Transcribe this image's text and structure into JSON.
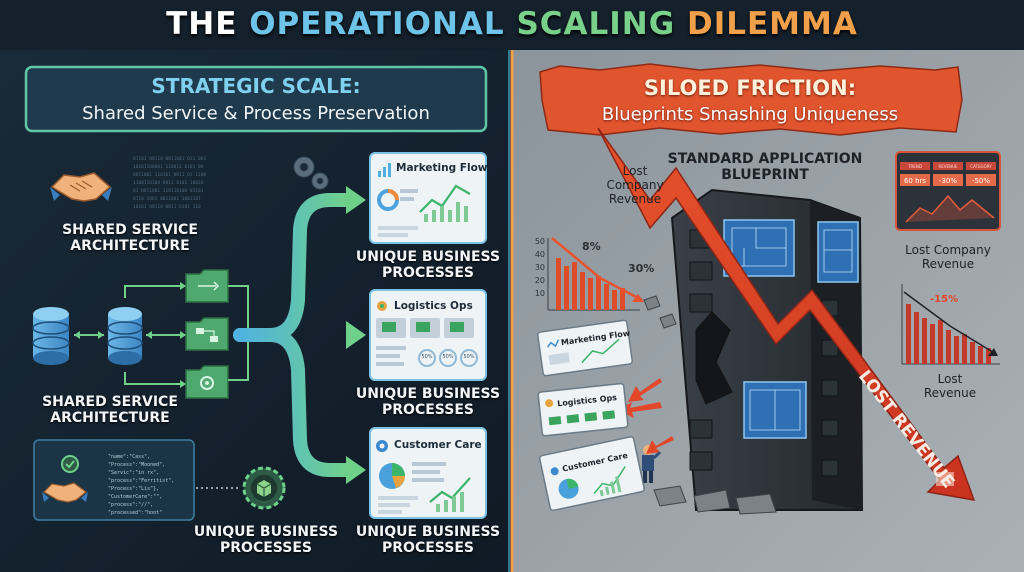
{
  "title": {
    "w1": "THE",
    "w2": "OPERATIONAL",
    "w3": "SCALING",
    "w4": "DILEMMA"
  },
  "left": {
    "header_line1": "STRATEGIC SCALE:",
    "header_line2": "Shared Service & Process Preservation",
    "shared_service_top": [
      "SHARED SERVICE",
      "ARCHITECTURE"
    ],
    "shared_service_bottom": [
      "SHARED SERVICE",
      "ARCHITECTURE"
    ],
    "unique_bottom_left": [
      "UNIQUE BUSINESS",
      "PROCESSES"
    ],
    "cards": [
      {
        "title": "Marketing Flow",
        "label": [
          "UNIQUE BUSINESS",
          "PROCESSES"
        ]
      },
      {
        "title": "Logistics Ops",
        "label": [
          "UNIQUE BUSINESS",
          "PROCESSES"
        ],
        "pcts": [
          "50%",
          "50%",
          "50%"
        ]
      },
      {
        "title": "Customer Care",
        "label": [
          "UNIQUE BUSINESS",
          "PROCESSES"
        ]
      }
    ],
    "code_lines": [
      "\"name\":\"Cass\",",
      "\"Process\":\"Mooned\",",
      "\"Servic\":\"in rx\",",
      "\"process\":\"Ferritist\",",
      "\"Process\":\"Lis\"},",
      "\"CustomerCare\":\"\",",
      "\"process\":\"//\",",
      "\"processed\":\"hoot\""
    ],
    "binary_lines": [
      "01101 00110 0011001 011 001",
      "10101100001 110011 0101 00",
      "0011001 110101 0011 01 1100",
      "1100110100 0011 0101 10010",
      "01 0011001 110110100 01101",
      "0110 1001 0011001 1001101",
      "10101 00110 0011 0101 110"
    ]
  },
  "right": {
    "header_line1": "SILOED FRICTION:",
    "header_line2": "Blueprints Smashing Uniqueness",
    "blueprint_label": [
      "STANDARD APPLICATION",
      "BLUEPRINT"
    ],
    "lost_company_revenue_left": [
      "Lost",
      "Company",
      "Revenue"
    ],
    "lost_company_revenue_right": [
      "Lost Company",
      "Revenue"
    ],
    "lost_revenue_small": [
      "Lost",
      "Revenue"
    ],
    "big_arrow_text": "LOST REVENUE",
    "small_cards": [
      "Marketing Flow",
      "Logistics Ops",
      "Customer Care"
    ],
    "bar_chart_left": {
      "yticks": [
        "50",
        "40",
        "30",
        "20",
        "10"
      ],
      "pct_a": "8%",
      "pct_b": "30%"
    },
    "stats_panel": {
      "headers": [
        "TREND",
        "REVENUE",
        "CATEGORY"
      ],
      "values": [
        "60 hrs",
        "-30%",
        "-50%"
      ]
    },
    "bar_chart_right": {
      "pct": "-15%"
    }
  }
}
